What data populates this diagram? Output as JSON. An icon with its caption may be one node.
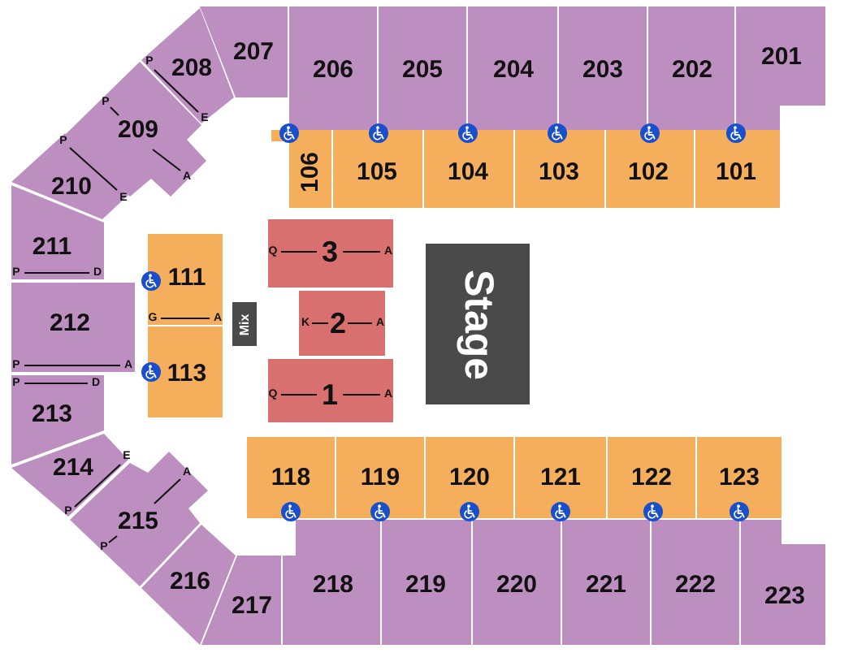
{
  "diagram": {
    "nodes": [
      {
        "text": [
          "207"
        ]
      },
      {
        "text": [
          "206"
        ]
      },
      {
        "text": [
          "205"
        ]
      },
      {
        "text": [
          "204"
        ]
      },
      {
        "text": [
          "203"
        ]
      },
      {
        "text": [
          "202"
        ]
      },
      {
        "text": [
          "201"
        ]
      },
      {
        "text": [
          "P",
          "208",
          "E"
        ]
      },
      {
        "text": [
          "P",
          "209",
          "A"
        ]
      },
      {
        "text": [
          "106"
        ]
      },
      {
        "text": [
          "105"
        ]
      },
      {
        "text": [
          "104"
        ]
      },
      {
        "text": [
          "103"
        ]
      },
      {
        "text": [
          "102"
        ]
      },
      {
        "text": [
          "101"
        ]
      },
      {
        "text": [
          "P",
          "210",
          "E"
        ]
      },
      {
        "text": [
          "211",
          "P",
          "D"
        ]
      },
      {
        "text": [
          "Q",
          "3",
          "A"
        ]
      },
      {
        "text": [
          "111",
          "G",
          "A"
        ]
      },
      {
        "text": [
          "Mix"
        ]
      },
      {
        "text": [
          "K",
          "2",
          "A"
        ]
      },
      {
        "text": [
          "Stage"
        ]
      },
      {
        "text": [
          "212",
          "P",
          "A"
        ]
      },
      {
        "text": [
          "113"
        ]
      },
      {
        "text": [
          "Q",
          "1",
          "A"
        ]
      },
      {
        "text": [
          "P",
          "D",
          "213"
        ]
      },
      {
        "text": [
          "118"
        ]
      },
      {
        "text": [
          "119"
        ]
      },
      {
        "text": [
          "120"
        ]
      },
      {
        "text": [
          "121"
        ]
      },
      {
        "text": [
          "122"
        ]
      },
      {
        "text": [
          "123"
        ]
      },
      {
        "text": [
          "E",
          "214",
          "P"
        ]
      },
      {
        "text": [
          "A",
          "215",
          "P"
        ]
      },
      {
        "text": [
          "216"
        ]
      },
      {
        "text": [
          "217"
        ]
      },
      {
        "text": [
          "218"
        ]
      },
      {
        "text": [
          "219"
        ]
      },
      {
        "text": [
          "220"
        ]
      },
      {
        "text": [
          "221"
        ]
      },
      {
        "text": [
          "222"
        ]
      },
      {
        "text": [
          "223"
        ]
      }
    ]
  }
}
